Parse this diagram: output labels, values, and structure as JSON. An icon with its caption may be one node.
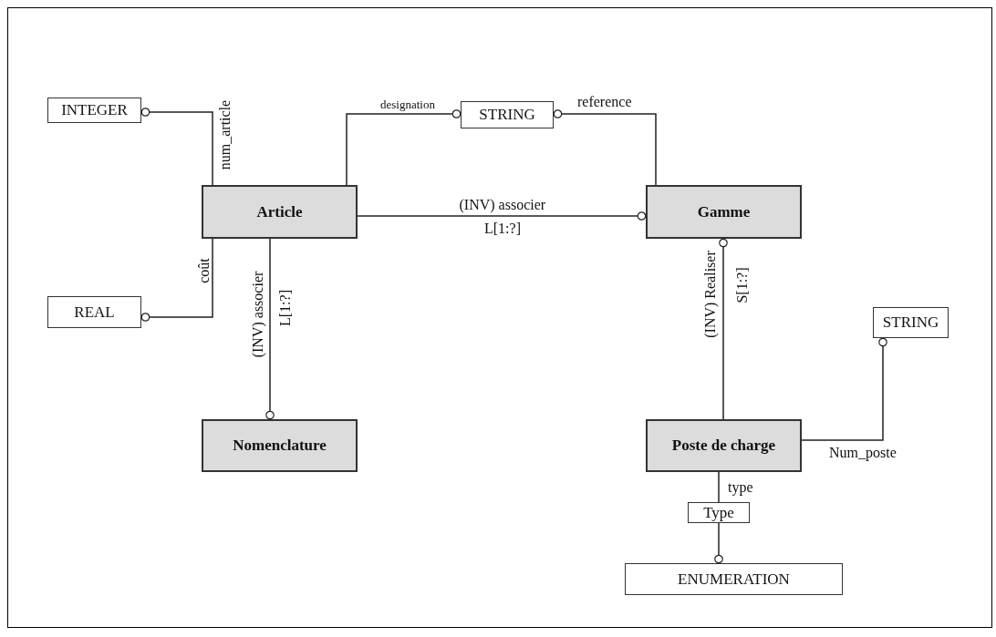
{
  "diagram": {
    "nodes": [
      {
        "text": [
          "INTEGER"
        ]
      },
      {
        "text": [
          "STRING"
        ]
      },
      {
        "text": [
          "Article"
        ]
      },
      {
        "text": [
          "Gamme"
        ]
      },
      {
        "text": [
          "REAL"
        ]
      },
      {
        "text": [
          "STRING"
        ]
      },
      {
        "text": [
          "Nomenclature"
        ]
      },
      {
        "text": [
          "Poste de charge"
        ]
      },
      {
        "text": [
          "Type"
        ]
      },
      {
        "text": [
          "ENUMERATION"
        ]
      }
    ],
    "edges": [
      {
        "from": 2,
        "to": 0,
        "arrow": "other",
        "label": "num_article"
      },
      {
        "from": 2,
        "to": 1,
        "arrow": "other",
        "label": "designation"
      },
      {
        "from": 3,
        "to": 1,
        "arrow": "other",
        "label": "reference"
      },
      {
        "from": 2,
        "to": 3,
        "arrow": "other",
        "label": "(INV) associer"
      },
      {
        "from": 2,
        "to": 4,
        "arrow": "other",
        "label": "coût"
      },
      {
        "from": 2,
        "to": 6,
        "arrow": "other",
        "label": "(INV) associer"
      },
      {
        "from": 7,
        "to": 3,
        "arrow": "other",
        "label": "(INV) Realiser"
      },
      {
        "from": 7,
        "to": 5,
        "arrow": "other",
        "label": "Num_poste"
      },
      {
        "from": 7,
        "to": 8,
        "arrow": "none",
        "label": "type"
      },
      {
        "from": 8,
        "to": 9,
        "arrow": "other"
      }
    ],
    "labels": [
      "L[1:?]",
      "L[1:?]",
      "S[1:?]"
    ]
  }
}
